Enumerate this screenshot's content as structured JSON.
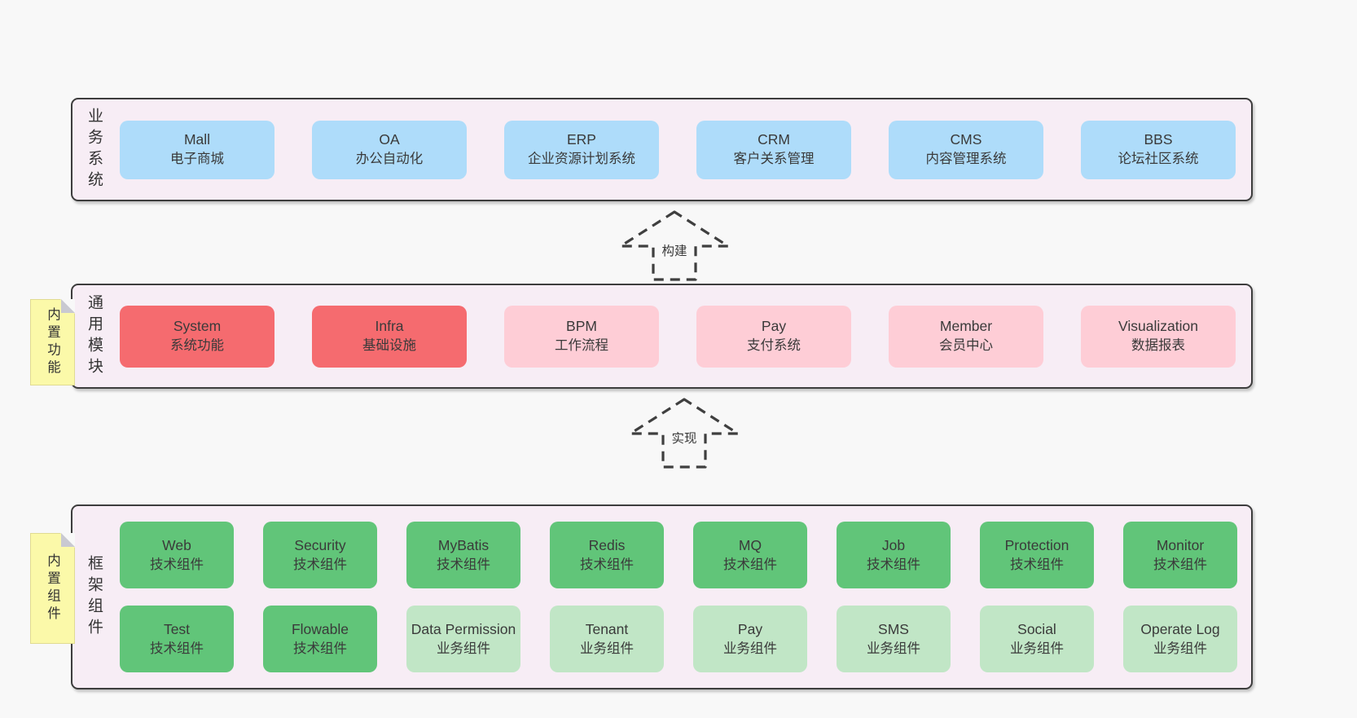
{
  "colors": {
    "page_bg": "#f8f8f8",
    "panel_bg": "#f7edf5",
    "panel_border": "#3d3d3d",
    "node_blue": "#aedcfa",
    "node_red": "#f56b6f",
    "node_pink": "#fecdd6",
    "node_green": "#61c579",
    "node_green_light": "#c1e6c6",
    "sticky_yellow": "#fbf9a9",
    "fold_gray": "#c9c9d1",
    "text": "#3a3a3a"
  },
  "layers": [
    {
      "label": "业务系统",
      "boxes": [
        {
          "name": "Mall",
          "subtitle": "电子商城"
        },
        {
          "name": "OA",
          "subtitle": "办公自动化"
        },
        {
          "name": "ERP",
          "subtitle": "企业资源计划系统"
        },
        {
          "name": "CRM",
          "subtitle": "客户关系管理"
        },
        {
          "name": "CMS",
          "subtitle": "内容管理系统"
        },
        {
          "name": "BBS",
          "subtitle": "论坛社区系统"
        }
      ]
    },
    {
      "label": "通用模块",
      "sticky": "内置功能",
      "boxes": [
        {
          "name": "System",
          "subtitle": "系统功能"
        },
        {
          "name": "Infra",
          "subtitle": "基础设施"
        },
        {
          "name": "BPM",
          "subtitle": "工作流程"
        },
        {
          "name": "Pay",
          "subtitle": "支付系统"
        },
        {
          "name": "Member",
          "subtitle": "会员中心"
        },
        {
          "name": "Visualization",
          "subtitle": "数据报表"
        }
      ]
    },
    {
      "label": "框架组件",
      "sticky": "内置组件",
      "rows": [
        [
          {
            "name": "Web",
            "subtitle": "技术组件"
          },
          {
            "name": "Security",
            "subtitle": "技术组件"
          },
          {
            "name": "MyBatis",
            "subtitle": "技术组件"
          },
          {
            "name": "Redis",
            "subtitle": "技术组件"
          },
          {
            "name": "MQ",
            "subtitle": "技术组件"
          },
          {
            "name": "Job",
            "subtitle": "技术组件"
          },
          {
            "name": "Protection",
            "subtitle": "技术组件"
          },
          {
            "name": "Monitor",
            "subtitle": "技术组件"
          }
        ],
        [
          {
            "name": "Test",
            "subtitle": "技术组件"
          },
          {
            "name": "Flowable",
            "subtitle": "技术组件"
          },
          {
            "name": "Data Permission",
            "subtitle": "业务组件"
          },
          {
            "name": "Tenant",
            "subtitle": "业务组件"
          },
          {
            "name": "Pay",
            "subtitle": "业务组件"
          },
          {
            "name": "SMS",
            "subtitle": "业务组件"
          },
          {
            "name": "Social",
            "subtitle": "业务组件"
          },
          {
            "name": "Operate Log",
            "subtitle": "业务组件"
          }
        ]
      ]
    }
  ],
  "arrows": [
    {
      "label": "构建"
    },
    {
      "label": "实现"
    }
  ]
}
